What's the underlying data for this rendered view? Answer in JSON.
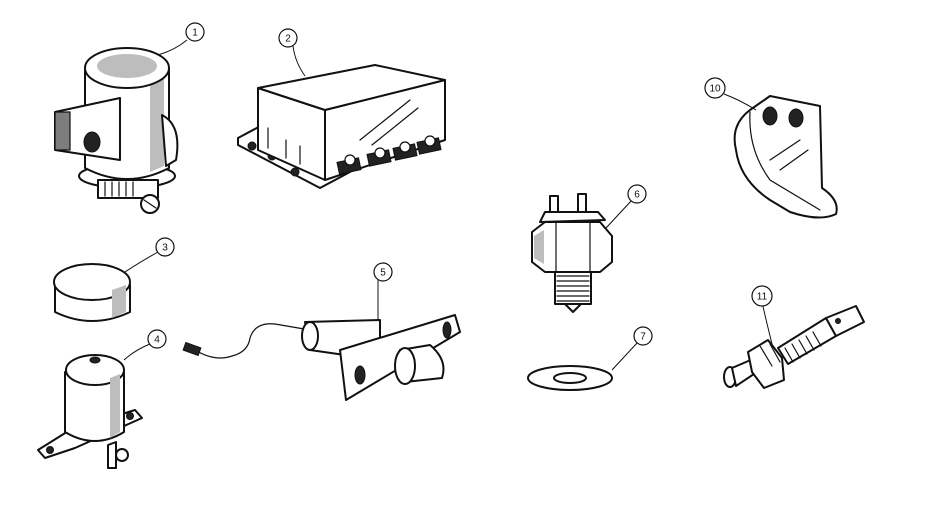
{
  "callouts": [
    {
      "number": "1"
    },
    {
      "number": "2"
    },
    {
      "number": "3"
    },
    {
      "number": "4"
    },
    {
      "number": "5"
    },
    {
      "number": "6"
    },
    {
      "number": "7"
    },
    {
      "number": "10"
    },
    {
      "number": "11"
    }
  ]
}
